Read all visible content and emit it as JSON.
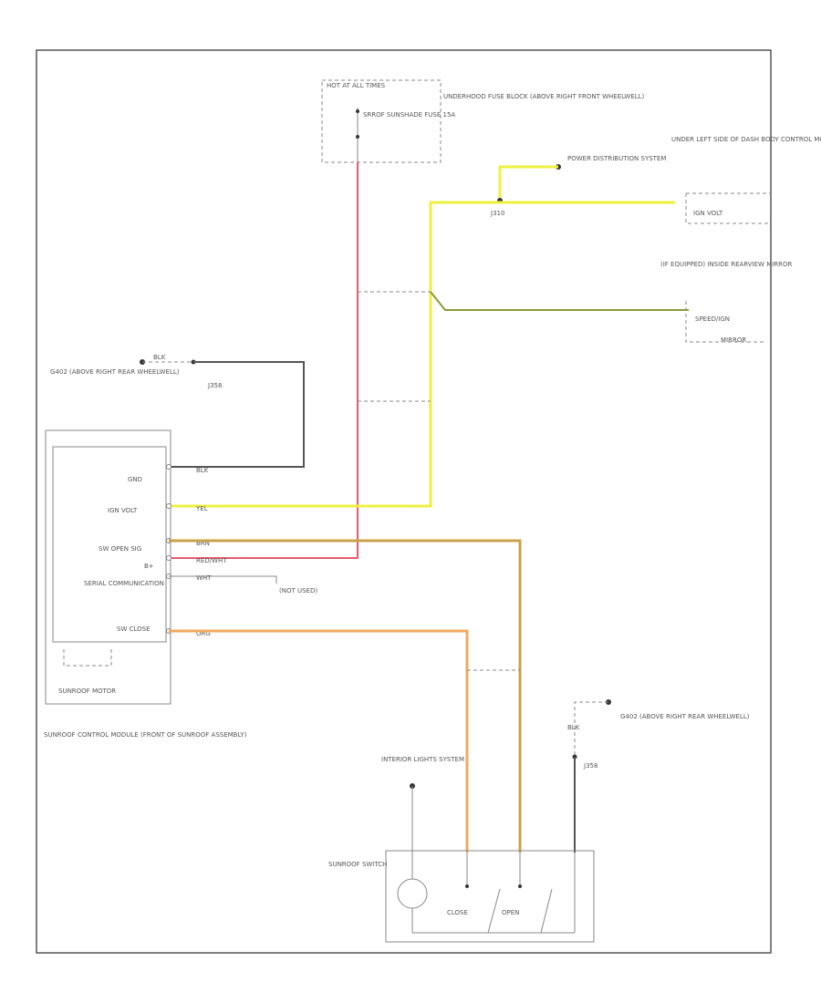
{
  "fuse_block": {
    "hot_at_all_times": "HOT AT ALL TIMES",
    "fuse_label": "SRROF SUNSHADE FUSE 15A",
    "location": "UNDERHOOD FUSE BLOCK (ABOVE RIGHT FRONT WHEELWELL)"
  },
  "power_distribution": "POWER DISTRIBUTION SYSTEM",
  "body_control": {
    "location": "UNDER LEFT SIDE OF DASH BODY CONTROL MODULE",
    "pin_label": "IGN VOLT"
  },
  "rearview": {
    "location": "(IF EQUIPPED) INSIDE REARVIEW MIRROR",
    "pin_label": "SPEED/IGN",
    "sub": "MIRROR"
  },
  "ground_top": {
    "location": "G402 (ABOVE RIGHT REAR WHEELWELL)",
    "splice": "J358",
    "wire": "BLK"
  },
  "ground_bottom": {
    "location": "G402 (ABOVE RIGHT REAR WHEELWELL)",
    "splice": "J358",
    "wire": "BLK"
  },
  "splices": {
    "j310": "J310"
  },
  "module": {
    "name": "SUNROOF CONTROL MODULE (FRONT OF SUNROOF ASSEMBLY)",
    "motor": "SUNROOF MOTOR",
    "pins": [
      {
        "label": "GND",
        "wire": "BLK"
      },
      {
        "label": "IGN VOLT",
        "wire": "YEL"
      },
      {
        "label": "SW OPEN SIG",
        "wire": "BRN"
      },
      {
        "label": "B+",
        "wire": "RED/WHT"
      },
      {
        "label": "SERIAL COMMUNICATION",
        "wire": "WHT"
      },
      {
        "label": "SW CLOSE",
        "wire": "ORG"
      }
    ],
    "not_used": "(NOT USED)"
  },
  "interior_lights": "INTERIOR LIGHTS SYSTEM",
  "switch": {
    "name": "SUNROOF SWITCH",
    "close": "CLOSE",
    "open": "OPEN"
  },
  "colors": {
    "red": "#e85a6e",
    "yellow": "#eef040",
    "green": "#8a9a3a",
    "brown": "#c9a14a",
    "orange": "#f0a860",
    "black": "#555555"
  }
}
